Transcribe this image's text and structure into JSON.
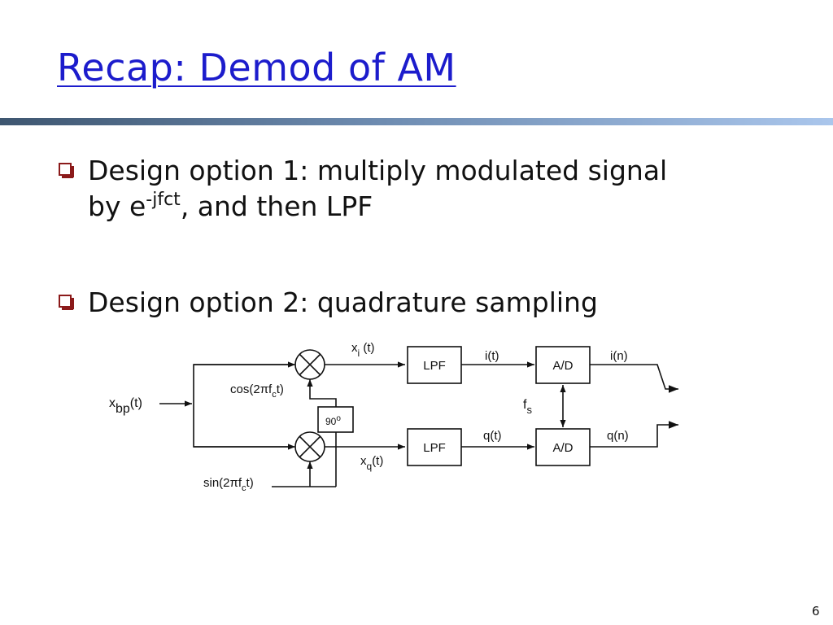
{
  "slide": {
    "title": "Recap: Demod of AM",
    "page_number": "6"
  },
  "bullets": [
    {
      "line1": "Design option 1: multiply modulated signal",
      "line2_pre": "by e",
      "line2_sup": "-jfct",
      "line2_post": ", and then LPF"
    },
    {
      "line1": "Design option 2: quadrature sampling"
    }
  ],
  "diagram": {
    "input": {
      "main": "x",
      "sub": "bp",
      "suffix": "(t)"
    },
    "cos_label": {
      "pre": "cos(2",
      "pi": "π",
      "f": "f",
      "sub": "c",
      "post": "t)"
    },
    "sin_label": {
      "pre": "sin(2",
      "pi": "π",
      "f": "f",
      "sub": "c",
      "post": "t)"
    },
    "phase_shift": {
      "value": "90",
      "sup": "o"
    },
    "xi_label": {
      "main": "x",
      "sub": "i",
      "suffix": " (t)"
    },
    "xq_label": {
      "main": "x",
      "sub": "q",
      "suffix": "(t)"
    },
    "lpf_top": "LPF",
    "lpf_bottom": "LPF",
    "adc_top": "A/D",
    "adc_bottom": "A/D",
    "it_label": "i(t)",
    "qt_label": "q(t)",
    "fs_label": {
      "main": "f",
      "sub": "s"
    },
    "in_label": "i(n)",
    "qn_label": "q(n)"
  }
}
